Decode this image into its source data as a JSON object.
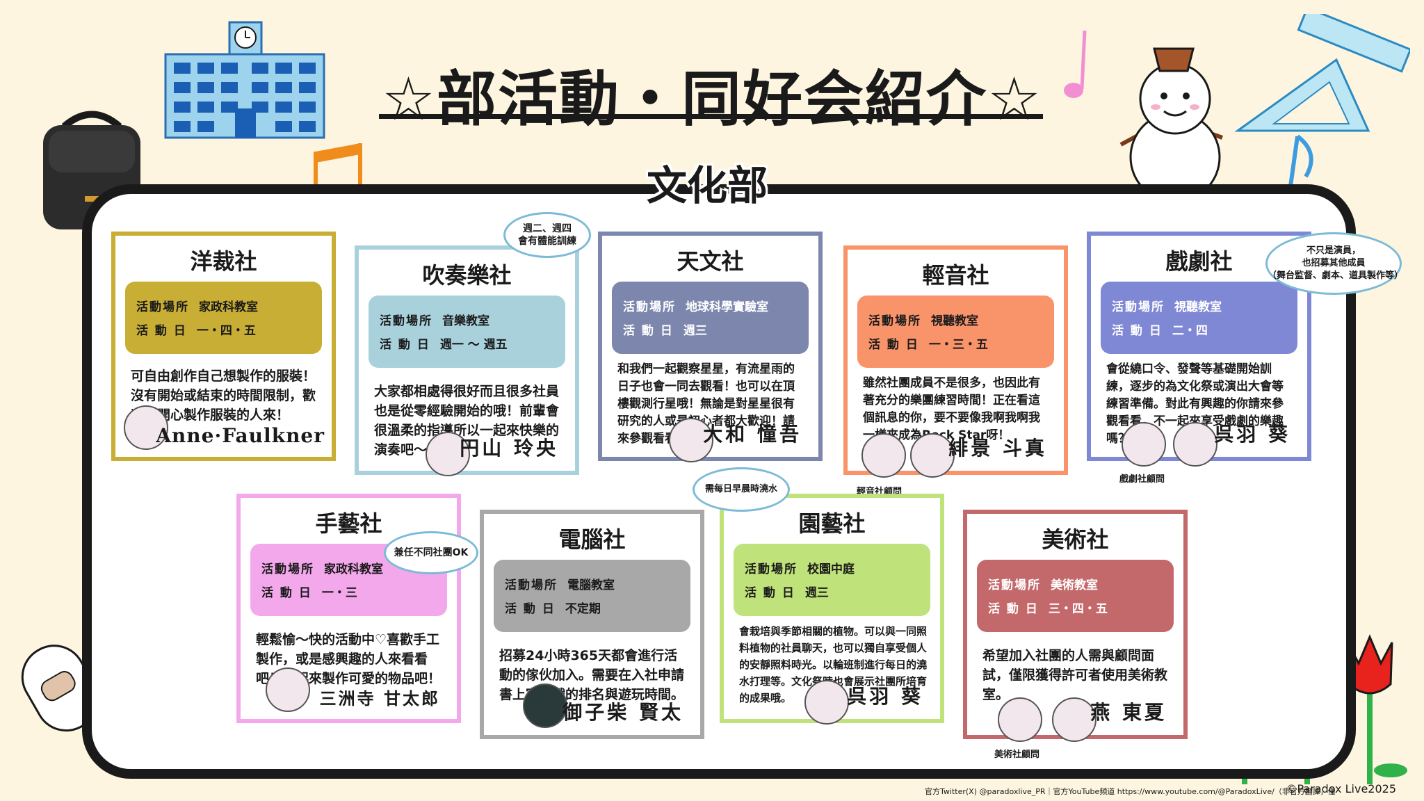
{
  "title": "☆部活動・同好会紹介☆",
  "section": "文化部",
  "labels": {
    "place": "活動場所",
    "days": "活 動 日"
  },
  "clubs": [
    {
      "name": "洋裁社",
      "place": "家政科教室",
      "days": "一・四・五",
      "desc": "可自由創作自己想製作的服裝！沒有開始或結束的時間限制，歡迎想開心製作服裝的人來！",
      "leader": "Anne·Faulkner"
    },
    {
      "name": "吹奏樂社",
      "place": "音樂教室",
      "days": "週一 ～ 週五",
      "desc": "大家都相處得很好而且很多社員也是從零經驗開始的哦！前輩會很溫柔的指導所以一起來快樂的演奏吧～",
      "leader": "円山 玲央"
    },
    {
      "name": "天文社",
      "place": "地球科學實驗室",
      "days": "週三",
      "desc": "和我們一起觀察星星，有流星雨的日子也會一同去觀看！也可以在頂樓觀測行星哦！無論是對星星很有研究的人或是初心者都大歡迎！請來參觀看看吧！",
      "leader": "大和 憧吾"
    },
    {
      "name": "輕音社",
      "place": "視聽教室",
      "days": "一・三・五",
      "desc": "雖然社團成員不是很多，也因此有著充分的樂團練習時間！正在看這個訊息的你，要不要像我啊我啊我一樣來成為Rock Star呀！",
      "leader": "緋景 斗真"
    },
    {
      "name": "戲劇社",
      "place": "視聽教室",
      "days": "二・四",
      "desc": "會從繞口令、發聲等基礎開始訓練，逐步的為文化祭或演出大會等練習準備。對此有興趣的你請來參觀看看，不一起來享受戲劇的樂趣嗎？",
      "leader": "呉羽 葵"
    },
    {
      "name": "手藝社",
      "place": "家政科教室",
      "days": "一・三",
      "desc": "輕鬆愉～快的活動中♡喜歡手工製作，或是感興趣的人來看看吧！一起來製作可愛的物品吧！",
      "leader": "三洲寺 甘太郎"
    },
    {
      "name": "電腦社",
      "place": "電腦教室",
      "days": "不定期",
      "desc": "招募24小時365天都會進行活動的傢伙加入。需要在入社申請書上寫遊戲的排名與遊玩時間。",
      "leader": "御子柴 賢太"
    },
    {
      "name": "園藝社",
      "place": "校園中庭",
      "days": "週三",
      "desc": "會栽培與季節相關的植物。可以與一同照料植物的社員聊天，也可以獨自享受個人的安靜照料時光。以輪班制進行每日的澆水打理等。文化祭時也會展示社團所培育的成果哦。",
      "leader": "呉羽 葵"
    },
    {
      "name": "美術社",
      "place": "美術教室",
      "days": "三・四・五",
      "desc": "希望加入社團的人需與顧問面試，僅限獲得許可者使用美術教室。",
      "leader": "燕 東夏"
    }
  ],
  "bubbles": {
    "suisogaku": "週二、週四\n會有體能訓練",
    "engei": "需每日早晨時澆水",
    "shugei": "兼任不同社團OK",
    "engeki": "不只是演員，\n也招募其他成員\n（舞台監督、劇本、道具製作等）"
  },
  "advisors": {
    "keion": "輕音社顧問",
    "engeki": "戲劇社顧問",
    "bijutsu": "美術社顧問"
  },
  "footer": "官方Twitter(X) @paradoxlive_PR｜官方YouTube頻道 https://www.youtube.com/@ParadoxLive/（非官方翻譯，僅提供參考，還請以官方為主。）",
  "copyright": "©Paradox Live2025",
  "colors": {
    "yousai": "#c8ae34",
    "suiso": "#a9d1dc",
    "tenmon": "#7d87ae",
    "keion": "#f8936a",
    "engeki": "#7f88d4",
    "shugei": "#f4a8ec",
    "denno": "#a8a8a8",
    "engei": "#c0e27a",
    "bijutsu": "#c4696b"
  }
}
